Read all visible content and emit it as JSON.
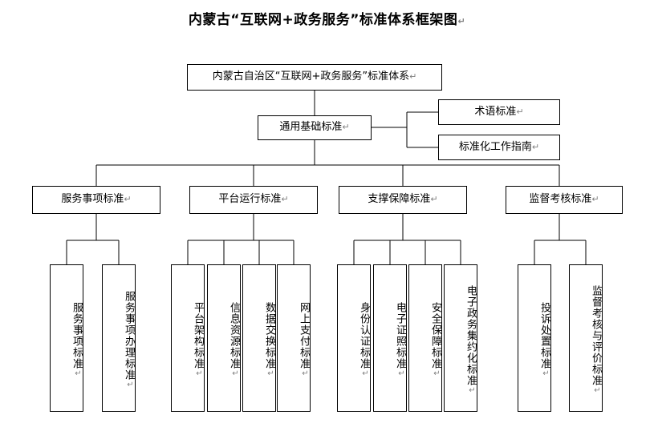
{
  "title": "内蒙古“互联网+政务服务”标准体系框架图",
  "title_mark": "↵",
  "colors": {
    "background": "#ffffff",
    "line": "#000000",
    "text": "#000000",
    "mark": "#808080"
  },
  "diagram": {
    "type": "tree",
    "root": {
      "id": "root",
      "label": "内蒙古自治区“互联网+政务服务”标准体系",
      "mark": "↵"
    },
    "common": {
      "id": "common-basic",
      "label": "通用基础标准",
      "mark": "↵",
      "children": [
        {
          "id": "terminology",
          "label": "术语标准",
          "mark": "↵"
        },
        {
          "id": "standardization-guide",
          "label": "标准化工作指南",
          "mark": "↵"
        }
      ]
    },
    "branches": [
      {
        "id": "service-items",
        "label": "服务事项标准",
        "mark": "↵",
        "leaves": [
          {
            "id": "service-item-standard",
            "label": "服务事项标准",
            "mark": "↵"
          },
          {
            "id": "service-item-handling-standard",
            "label": "服务事项办理标准",
            "mark": "↵"
          }
        ]
      },
      {
        "id": "platform-operation",
        "label": "平台运行标准",
        "mark": "↵",
        "leaves": [
          {
            "id": "platform-architecture-standard",
            "label": "平台架构标准",
            "mark": "↵"
          },
          {
            "id": "information-resource-standard",
            "label": "信息资源标准",
            "mark": "↵"
          },
          {
            "id": "data-exchange-standard",
            "label": "数据交换标准",
            "mark": "↵"
          },
          {
            "id": "online-payment-standard",
            "label": "网上支付标准",
            "mark": "↵"
          }
        ]
      },
      {
        "id": "support-guarantee",
        "label": "支撑保障标准",
        "mark": "↵",
        "leaves": [
          {
            "id": "identity-authentication-standard",
            "label": "身份认证标准",
            "mark": "↵"
          },
          {
            "id": "electronic-license-standard",
            "label": "电子证照标准",
            "mark": "↵"
          },
          {
            "id": "security-guarantee-standard",
            "label": "安全保障标准",
            "mark": "↵"
          },
          {
            "id": "e-government-intensive-standard",
            "label": "电子政务集约化标准",
            "mark": "↵"
          }
        ]
      },
      {
        "id": "supervision-assessment",
        "label": "监督考核标准",
        "mark": "↵",
        "leaves": [
          {
            "id": "complaint-handling-standard",
            "label": "投诉处置标准",
            "mark": "↵"
          },
          {
            "id": "supervision-assessment-evaluation-standard",
            "label": "监督考核与评价标准",
            "mark": "↵"
          }
        ]
      }
    ]
  }
}
